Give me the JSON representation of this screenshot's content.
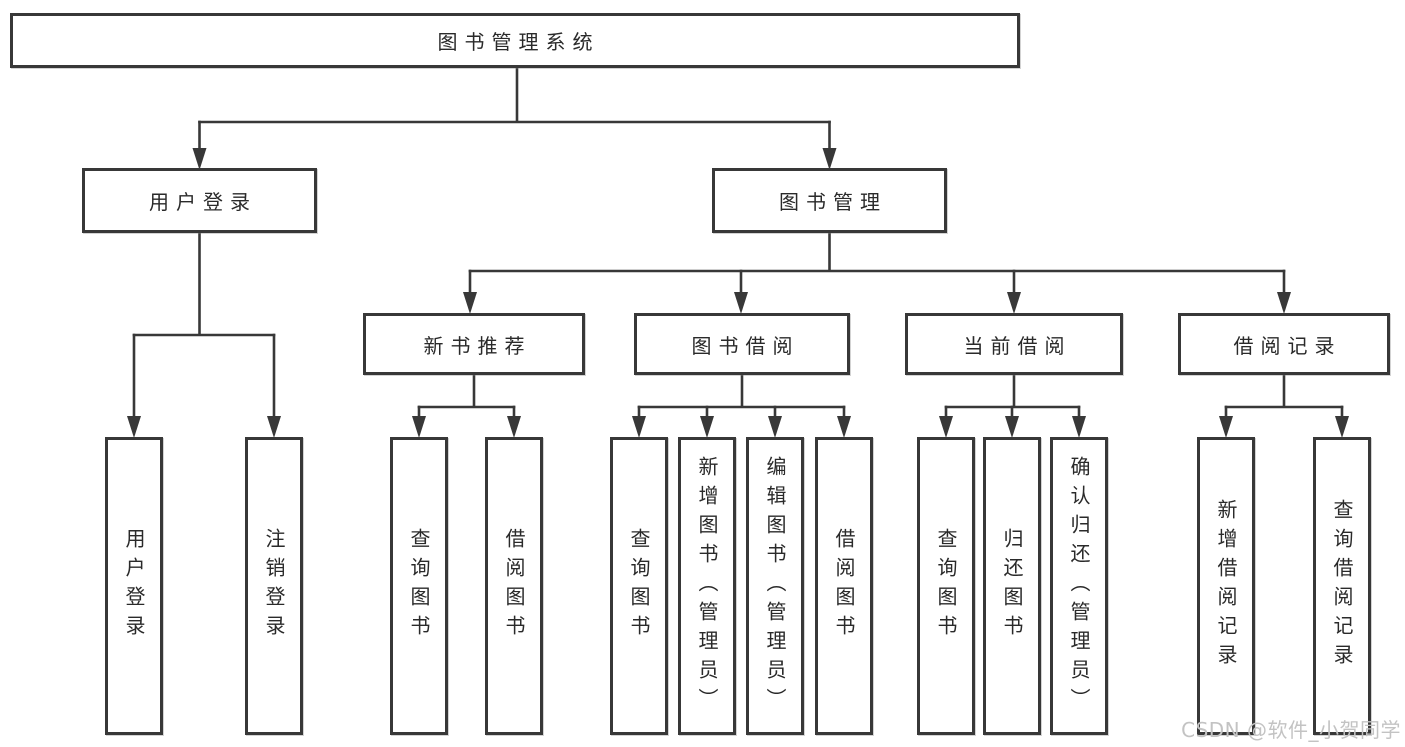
{
  "tree": {
    "root": {
      "label": "图书管理系统",
      "children": [
        {
          "label": "用户登录",
          "children": [
            {
              "label": "用户登录"
            },
            {
              "label": "注销登录"
            }
          ]
        },
        {
          "label": "图书管理",
          "children": [
            {
              "label": "新书推荐",
              "children": [
                {
                  "label": "查询图书"
                },
                {
                  "label": "借阅图书"
                }
              ]
            },
            {
              "label": "图书借阅",
              "children": [
                {
                  "label": "查询图书"
                },
                {
                  "label": "新增图书（管理员）"
                },
                {
                  "label": "编辑图书（管理员）"
                },
                {
                  "label": "借阅图书"
                }
              ]
            },
            {
              "label": "当前借阅",
              "children": [
                {
                  "label": "查询图书"
                },
                {
                  "label": "归还图书"
                },
                {
                  "label": "确认归还（管理员）"
                }
              ]
            },
            {
              "label": "借阅记录",
              "children": [
                {
                  "label": "新增借阅记录"
                },
                {
                  "label": "查询借阅记录"
                }
              ]
            }
          ]
        }
      ]
    }
  },
  "watermark": {
    "text": "CSDN @软件_小贺同学"
  },
  "colors": {
    "line": "#383838",
    "text": "#2a2a2a",
    "box_fill": "#ffffff",
    "background": "#ffffff",
    "watermark": "#c3c3c3"
  }
}
